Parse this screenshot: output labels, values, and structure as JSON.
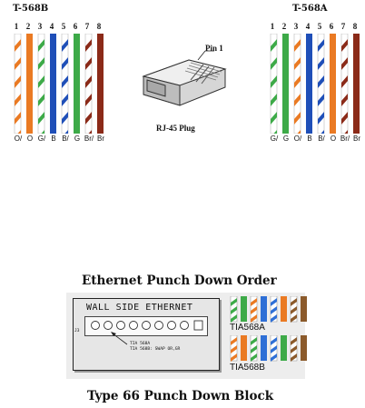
{
  "wiring": {
    "t568b": {
      "title": "T-568B",
      "pins": [
        "1",
        "2",
        "3",
        "4",
        "5",
        "6",
        "7",
        "8"
      ],
      "codes": [
        "O/",
        "O",
        "G/",
        "B",
        "B/",
        "G",
        "Br/",
        "Br"
      ],
      "wire_colors": [
        "#ea7a23",
        "#ea7a23",
        "#3daa48",
        "#1f4fb8",
        "#1f4fb8",
        "#3daa48",
        "#8b2a18",
        "#8b2a18"
      ],
      "striped": [
        true,
        false,
        true,
        false,
        true,
        false,
        true,
        false
      ]
    },
    "t568a": {
      "title": "T-568A",
      "pins": [
        "1",
        "2",
        "3",
        "4",
        "5",
        "6",
        "7",
        "8"
      ],
      "codes": [
        "G/",
        "G",
        "O/",
        "B",
        "B/",
        "O",
        "Br/",
        "Br"
      ],
      "wire_colors": [
        "#3daa48",
        "#3daa48",
        "#ea7a23",
        "#1f4fb8",
        "#1f4fb8",
        "#ea7a23",
        "#8b2a18",
        "#8b2a18"
      ],
      "striped": [
        true,
        false,
        true,
        false,
        true,
        false,
        true,
        false
      ]
    },
    "plug": {
      "pin_label": "Pin 1",
      "label": "RJ-45 Plug"
    }
  },
  "punchdown": {
    "title": "Ethernet Punch Down Order",
    "box_title": "WALL SIDE ETHERNET",
    "jack_label": "J3",
    "note_a": "TIA 568A",
    "note_b": "TIA 568B: SWAP OR,GR",
    "tia568a": {
      "label": "TIA568A",
      "colors": [
        "#3daa48",
        "#3daa48",
        "#ea7a23",
        "#2e6fd6",
        "#2e6fd6",
        "#ea7a23",
        "#8b5a2b",
        "#8b5a2b"
      ],
      "striped": [
        true,
        false,
        true,
        false,
        true,
        false,
        true,
        false
      ]
    },
    "tia568b": {
      "label": "TIA568B",
      "colors": [
        "#ea7a23",
        "#ea7a23",
        "#3daa48",
        "#2e6fd6",
        "#2e6fd6",
        "#3daa48",
        "#8b5a2b",
        "#8b5a2b"
      ],
      "striped": [
        true,
        false,
        true,
        false,
        true,
        false,
        true,
        false
      ]
    }
  },
  "footer": {
    "title": "Type 66 Punch Down Block"
  }
}
